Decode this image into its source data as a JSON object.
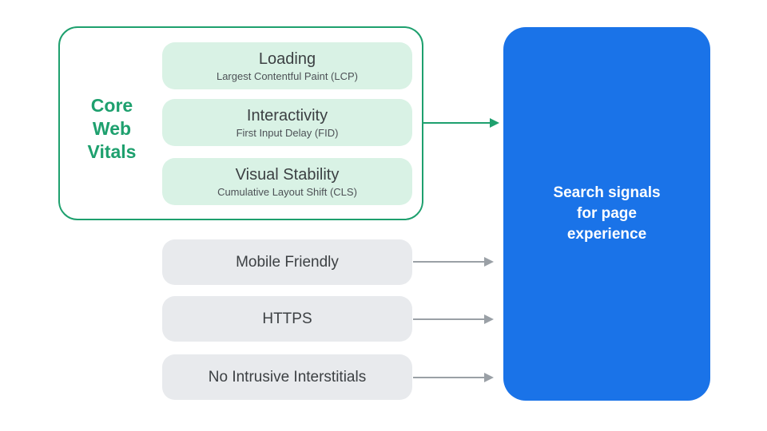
{
  "diagram": {
    "core_web_vitals": {
      "group_label": "Core\nWeb\nVitals",
      "metrics": [
        {
          "title": "Loading",
          "subtitle": "Largest Contentful Paint (LCP)"
        },
        {
          "title": "Interactivity",
          "subtitle": "First Input Delay (FID)"
        },
        {
          "title": "Visual Stability",
          "subtitle": "Cumulative Layout Shift (CLS)"
        }
      ]
    },
    "other_signals": [
      {
        "label": "Mobile Friendly"
      },
      {
        "label": "HTTPS"
      },
      {
        "label": "No Intrusive Interstitials"
      }
    ],
    "result": {
      "label": "Search signals\nfor page\nexperience"
    },
    "colors": {
      "accent_green": "#1ea06e",
      "mint_fill": "#d9f2e5",
      "gray_fill": "#e8eaed",
      "blue_fill": "#1a73e8",
      "text_dark": "#3c4043",
      "text_subtle": "#4d5156",
      "arrow_gray": "#9aa0a6",
      "background": "#ffffff"
    }
  }
}
